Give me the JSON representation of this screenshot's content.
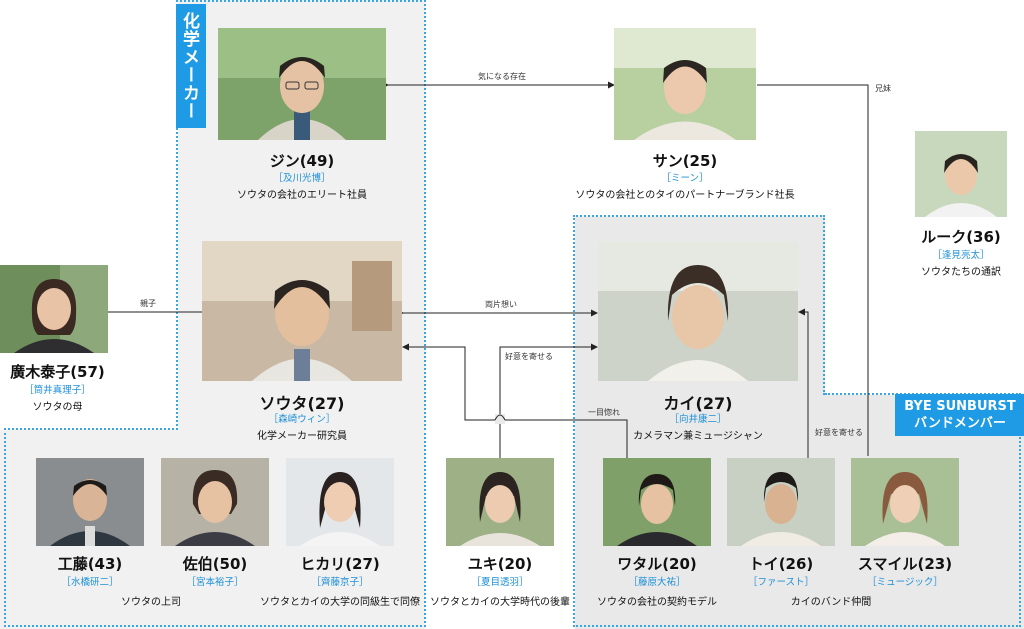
{
  "groups": {
    "chem": {
      "label": "化学メーカー"
    },
    "band": {
      "label_line1": "BYE SUNBURST",
      "label_line2": "バンドメンバー"
    }
  },
  "people": {
    "jin": {
      "name": "ジン(49)",
      "actor": "［及川光博］",
      "role": "ソウタの会社のエリート社員"
    },
    "san": {
      "name": "サン(25)",
      "actor": "［ミーン］",
      "role": "ソウタの会社とのタイのパートナーブランド社長"
    },
    "luke": {
      "name": "ルーク(36)",
      "actor": "［逢見亮太］",
      "role": "ソウタたちの通訳"
    },
    "hiroki": {
      "name": "廣木泰子(57)",
      "actor": "［筒井真理子］",
      "role": "ソウタの母"
    },
    "souta": {
      "name": "ソウタ(27)",
      "actor": "［森崎ウィン］",
      "role": "化学メーカー研究員"
    },
    "kai": {
      "name": "カイ(27)",
      "actor": "［向井康二］",
      "role": "カメラマン兼ミュージシャン"
    },
    "kudo": {
      "name": "工藤(43)",
      "actor": "［水橋研二］",
      "role": "ソウタの上司"
    },
    "saeki": {
      "name": "佐伯(50)",
      "actor": "［宮本裕子］",
      "role": ""
    },
    "hikari": {
      "name": "ヒカリ(27)",
      "actor": "［齊藤京子］",
      "role": "ソウタとカイの大学の同級生で同僚"
    },
    "yuki": {
      "name": "ユキ(20)",
      "actor": "［夏目透羽］",
      "role": "ソウタとカイの大学時代の後輩"
    },
    "wataru": {
      "name": "ワタル(20)",
      "actor": "［藤原大祐］",
      "role": "ソウタの会社の契約モデル"
    },
    "toi": {
      "name": "トイ(26)",
      "actor": "［ファースト］",
      "role": ""
    },
    "smile": {
      "name": "スマイル(23)",
      "actor": "［ミュージック］",
      "role": ""
    },
    "band_shared_role": "カイのバンド仲間"
  },
  "relations": {
    "jin_san": "気になる存在",
    "san_smile": "兄妹",
    "mother": "親子",
    "souta_kai": "両片想い",
    "yuki_souta": "好意を寄せる",
    "wataru_kai": "一目惚れ",
    "toi_kai": "好意を寄せる"
  },
  "colors": {
    "accent": "#1e9be4",
    "actor_text": "#1e90d8",
    "group_bg": "#f1f1f1",
    "band_bg": "#e9e9e9"
  }
}
